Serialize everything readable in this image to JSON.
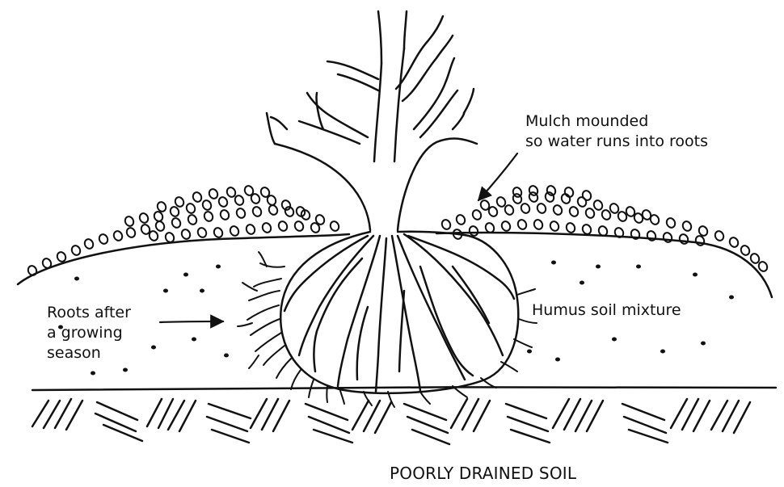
{
  "labels": {
    "mulch": "Mulch mounded\n so water runs into roots",
    "roots": "Roots after\na growing\nseason",
    "humus": "Humus soil mixture",
    "soil": "POORLY DRAINED SOIL"
  },
  "colors": {
    "ink": "#111111",
    "paper": "#ffffff"
  }
}
